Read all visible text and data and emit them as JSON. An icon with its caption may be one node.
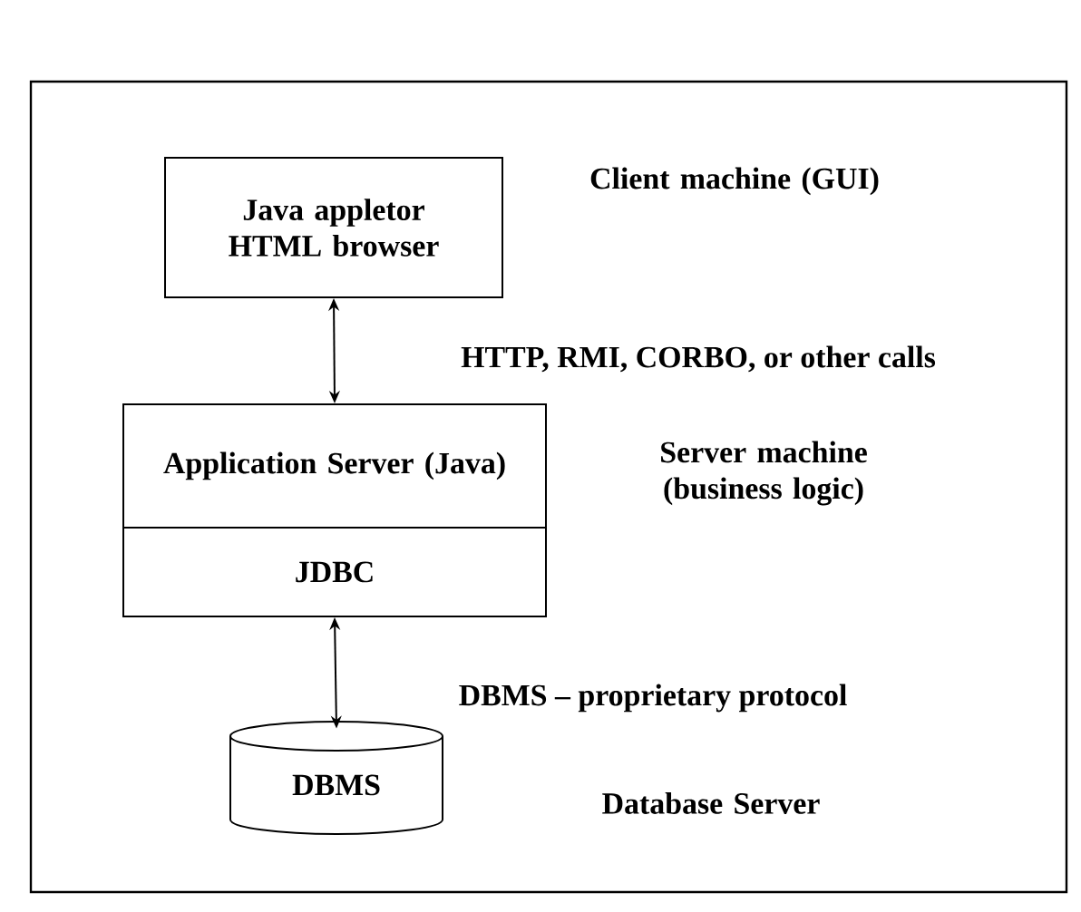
{
  "diagram": {
    "nodes": [
      {
        "text": [
          "Java appletor HTML browser"
        ],
        "beside": [
          "Client machine (GUI)"
        ]
      },
      {
        "text": [
          "Application Server (Java)"
        ],
        "beside": [
          "Server machine (business logic)"
        ]
      },
      {
        "text": [
          "JDBC"
        ]
      },
      {
        "text": [
          "DBMS"
        ]
      }
    ],
    "labels": [
      "Database Server"
    ],
    "edges": [
      {
        "from": 0,
        "to": 1,
        "arrow": "both",
        "label": "HTTP, RMI, CORBO, or other calls"
      },
      {
        "from": 2,
        "to": 3,
        "arrow": "both",
        "label": "DBMS – proprietary protocol"
      }
    ]
  }
}
